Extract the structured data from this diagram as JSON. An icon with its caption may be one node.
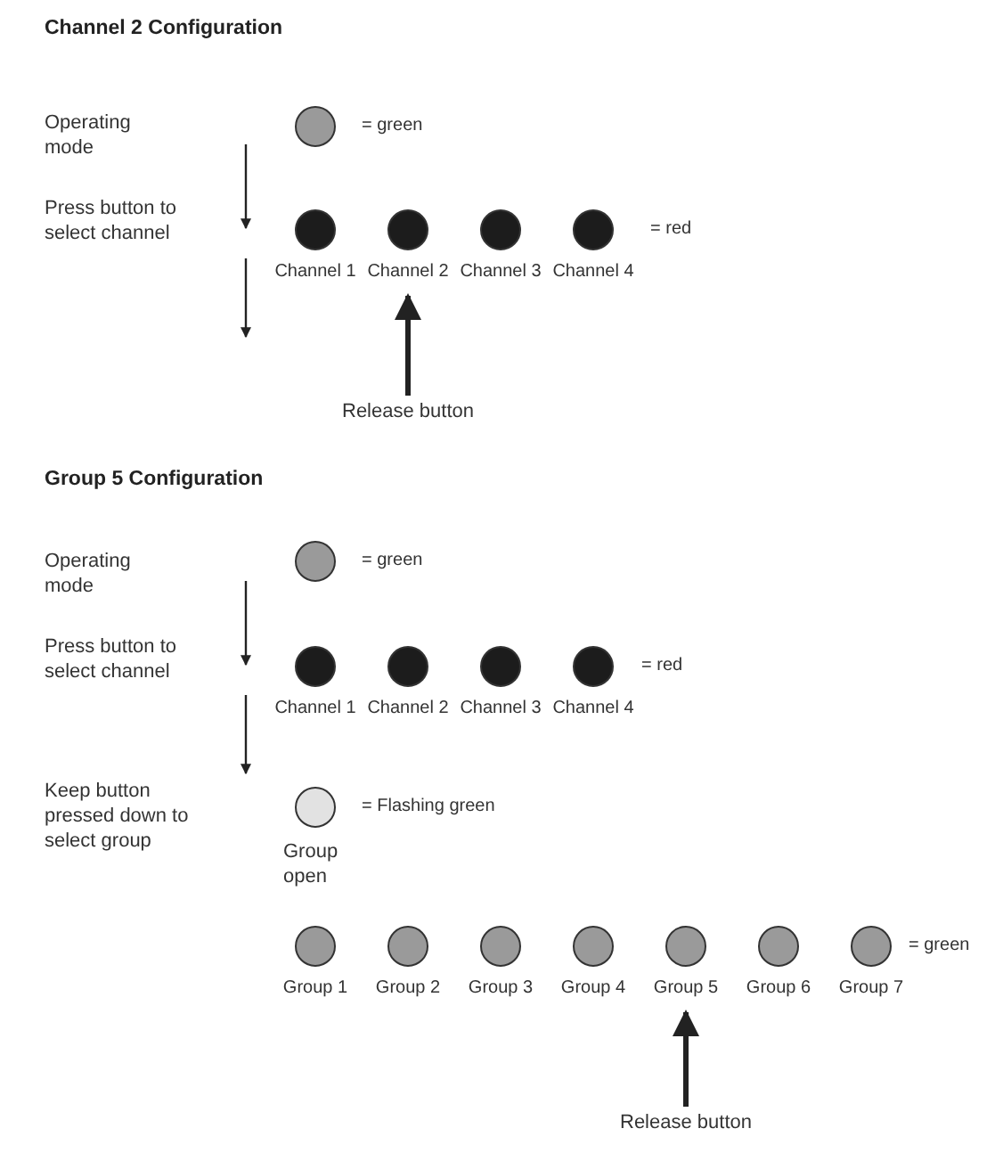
{
  "diagram": {
    "nodes": [
      {
        "text": [
          "Operating mode"
        ]
      },
      {
        "text": [
          "Press button to select channel"
        ]
      },
      {
        "text": [],
        "shape": "circle",
        "beside": [
          "= green"
        ]
      },
      {
        "text": [],
        "shape": "circle",
        "beside": [
          "Channel 1"
        ]
      },
      {
        "text": [],
        "shape": "circle",
        "beside": [
          "Channel 2"
        ]
      },
      {
        "text": [],
        "shape": "circle",
        "beside": [
          "Channel 3"
        ]
      },
      {
        "text": [],
        "shape": "circle",
        "beside": [
          "Channel 4"
        ]
      },
      {
        "text": [
          "Release button"
        ]
      },
      {
        "text": [
          "Operating mode"
        ]
      },
      {
        "text": [
          "Press button to select channel"
        ]
      },
      {
        "text": [
          "Keep button pressed down to select group"
        ]
      },
      {
        "text": [],
        "shape": "circle",
        "beside": [
          "= green"
        ]
      },
      {
        "text": [],
        "shape": "circle",
        "beside": [
          "Channel 1"
        ]
      },
      {
        "text": [],
        "shape": "circle",
        "beside": [
          "Channel 2"
        ]
      },
      {
        "text": [],
        "shape": "circle",
        "beside": [
          "Channel 3"
        ]
      },
      {
        "text": [],
        "shape": "circle",
        "beside": [
          "Channel 4"
        ]
      },
      {
        "text": [],
        "shape": "circle",
        "beside": [
          "= Flashing green",
          "Group open"
        ]
      },
      {
        "text": [],
        "shape": "circle",
        "beside": [
          "Group 1"
        ]
      },
      {
        "text": [],
        "shape": "circle",
        "beside": [
          "Group 2"
        ]
      },
      {
        "text": [],
        "shape": "circle",
        "beside": [
          "Group 3"
        ]
      },
      {
        "text": [],
        "shape": "circle",
        "beside": [
          "Group 4"
        ]
      },
      {
        "text": [],
        "shape": "circle",
        "beside": [
          "Group 5"
        ]
      },
      {
        "text": [],
        "shape": "circle",
        "beside": [
          "Group 6"
        ]
      },
      {
        "text": [],
        "shape": "circle",
        "beside": [
          "Group 7"
        ]
      },
      {
        "text": [
          "Release button"
        ]
      }
    ],
    "edges": [
      {
        "from": 7,
        "to": 4,
        "arrow": "to"
      },
      {
        "from": 24,
        "to": 21,
        "arrow": "to"
      }
    ],
    "labels": [
      "Channel 2 Configuration",
      "= red",
      "Group 5 Configuration",
      "= red",
      "= green"
    ]
  }
}
